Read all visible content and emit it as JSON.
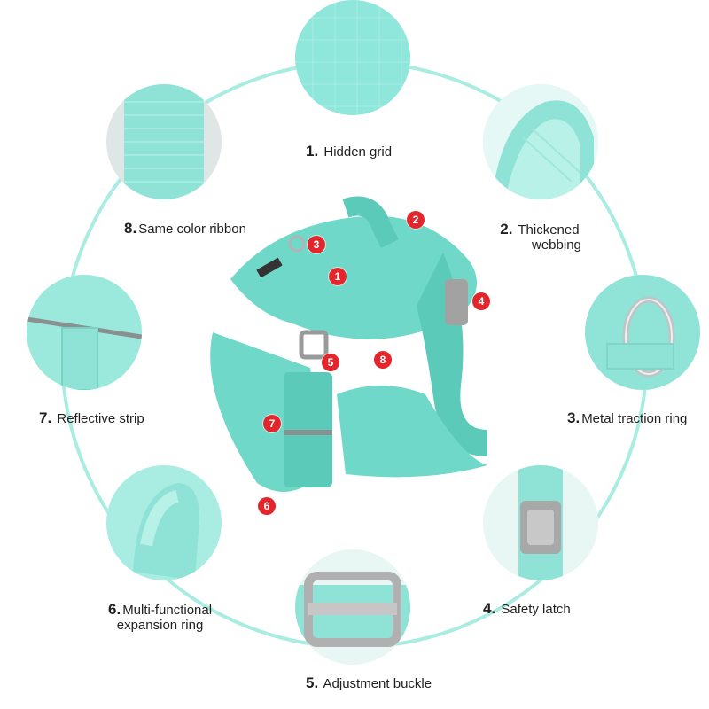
{
  "features": [
    {
      "num": "1.",
      "text": "Hidden grid"
    },
    {
      "num": "2.",
      "text": "Thickened",
      "text2": "webbing"
    },
    {
      "num": "3.",
      "text": "Metal traction ring"
    },
    {
      "num": "4.",
      "text": "Safety latch"
    },
    {
      "num": "5.",
      "text": "Adjustment buckle"
    },
    {
      "num": "6.",
      "text": "Multi-functional",
      "text2": "expansion ring"
    },
    {
      "num": "7.",
      "text": "Reflective strip"
    },
    {
      "num": "8.",
      "text": "Same color ribbon"
    }
  ],
  "markers": [
    "1",
    "2",
    "3",
    "4",
    "5",
    "6",
    "7",
    "8"
  ],
  "colors": {
    "accent": "#7fe3d4",
    "harness": "#6fd8c8",
    "harness_dark": "#49b9a8",
    "marker": "#e2262b",
    "buckle": "#9a9a9a"
  }
}
